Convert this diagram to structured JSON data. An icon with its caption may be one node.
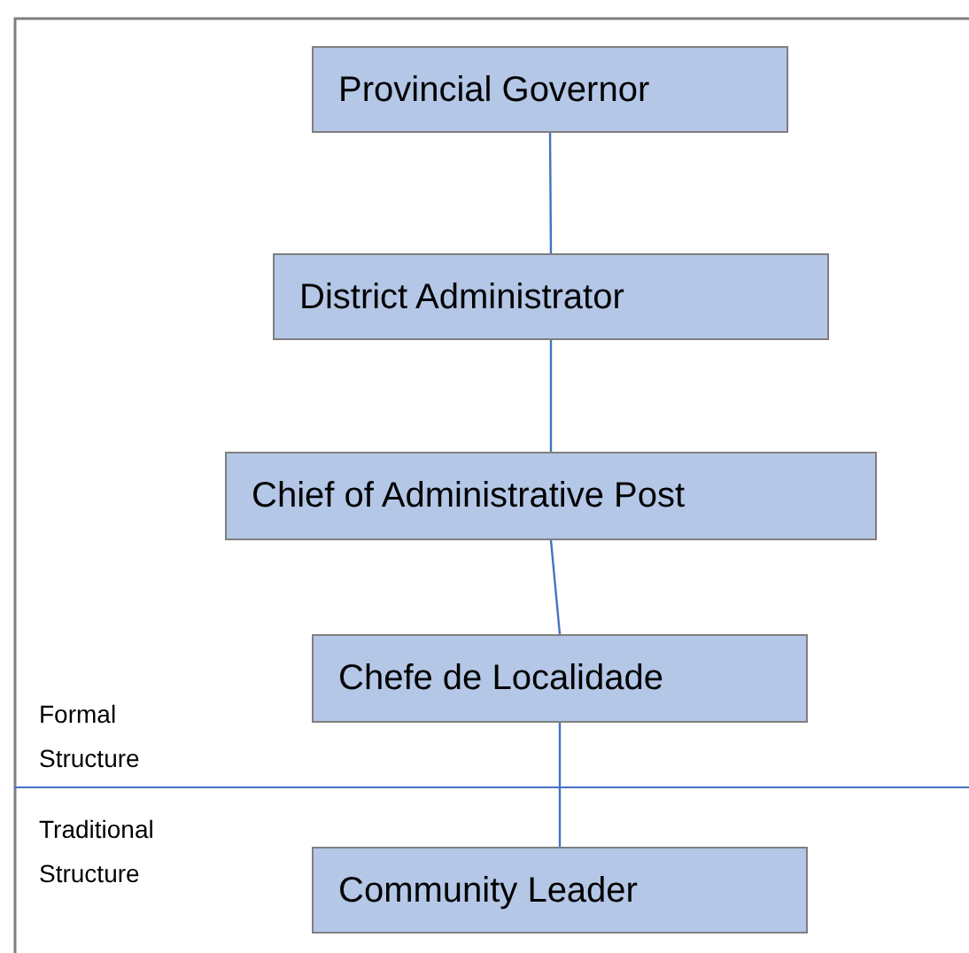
{
  "diagram": {
    "nodes": [
      {
        "text": [
          "Provincial Governor"
        ]
      },
      {
        "text": [
          "District Administrator"
        ]
      },
      {
        "text": [
          "Chief of Administrative Post"
        ]
      },
      {
        "text": [
          "Chefe de Localidade"
        ]
      },
      {
        "text": [
          "Community Leader"
        ]
      }
    ],
    "edges": [
      {
        "from": 0,
        "to": 1,
        "arrow": "none"
      },
      {
        "from": 1,
        "to": 2,
        "arrow": "none"
      },
      {
        "from": 2,
        "to": 3,
        "arrow": "none"
      },
      {
        "from": 3,
        "to": 4,
        "arrow": "none"
      }
    ],
    "labels": [
      "Formal Structure",
      "Traditional Structure"
    ]
  }
}
